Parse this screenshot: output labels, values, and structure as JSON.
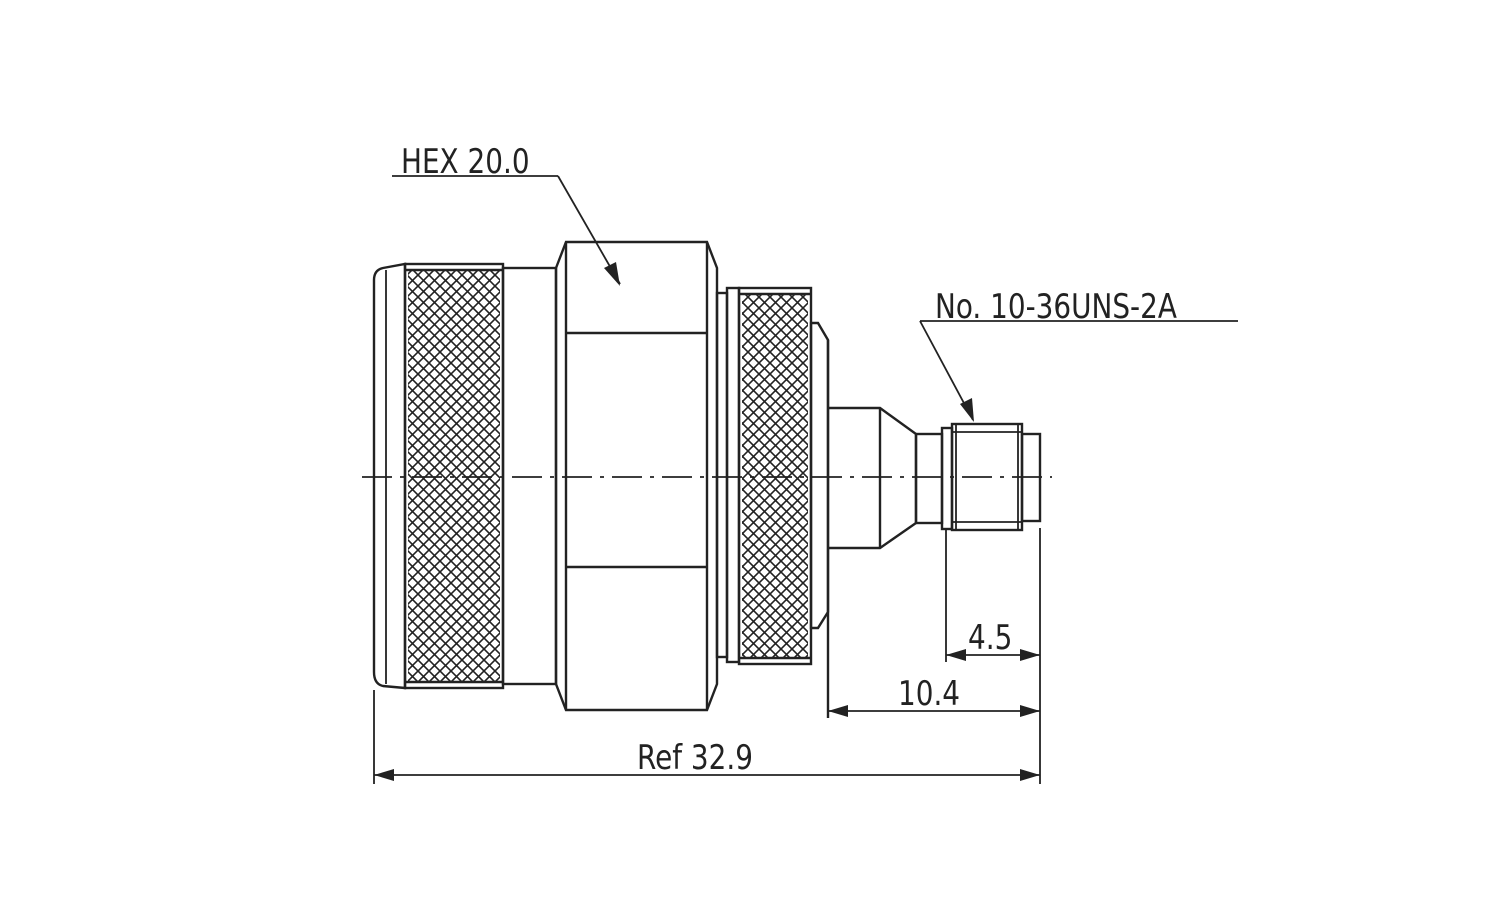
{
  "drawing": {
    "annotations": {
      "hex": "HEX 20.0",
      "thread": "No. 10-36UNS-2A"
    },
    "dimensions": {
      "overall": "Ref 32.9",
      "pin_to_flange": "10.4",
      "pin_length": "4.5"
    },
    "colors": {
      "line": "#222222",
      "background": "#ffffff"
    }
  }
}
